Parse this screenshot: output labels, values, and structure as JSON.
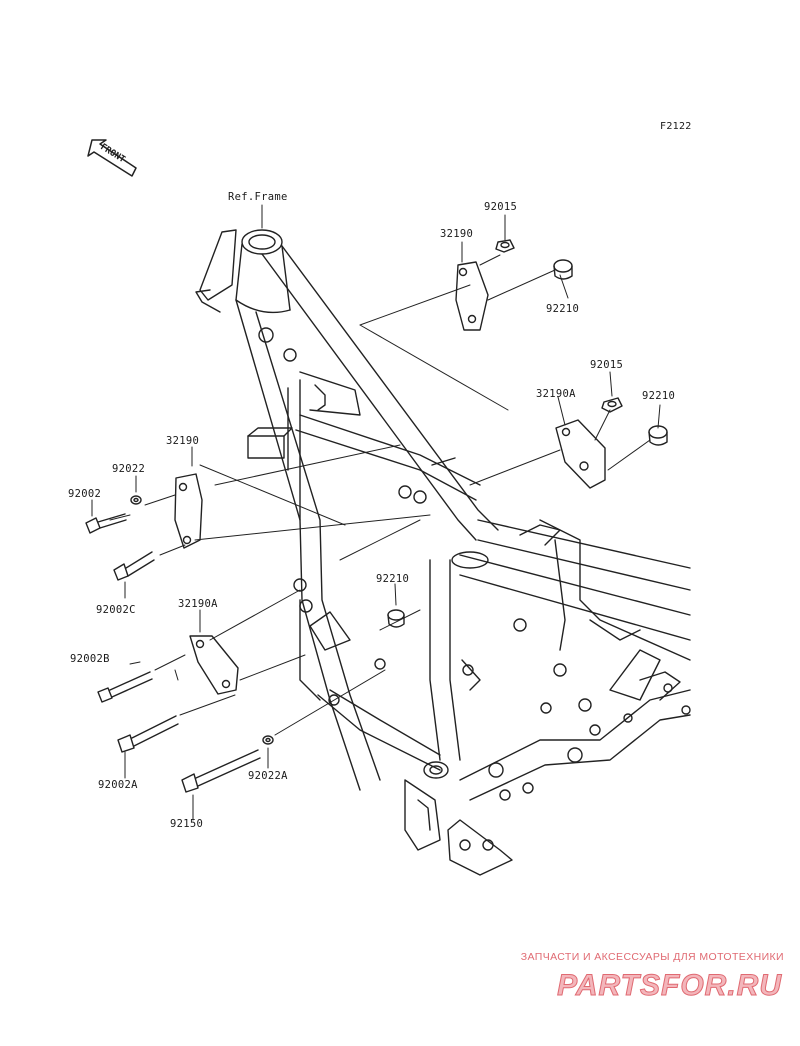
{
  "figure_id": "F2122",
  "front_label": "FRONT",
  "reference": "Ref.Frame",
  "parts": {
    "p92015_top": "92015",
    "p32190_top": "32190",
    "p92210_top": "92210",
    "p92015_mid": "92015",
    "p32190A_right": "32190A",
    "p92210_right": "92210",
    "p32190_left": "32190",
    "p92022": "92022",
    "p92002": "92002",
    "p92002C": "92002C",
    "p92210_center": "92210",
    "p32190A_left": "32190A",
    "p92002B": "92002B",
    "p92002A": "92002A",
    "p92022A": "92022A",
    "p92150": "92150"
  },
  "watermark": {
    "tagline": "ЗАПЧАСТИ И АКСЕССУАРЫ ДЛЯ МОТОТЕХНИКИ",
    "logo": "PARTSFOR.RU",
    "color": "#e06a72"
  }
}
